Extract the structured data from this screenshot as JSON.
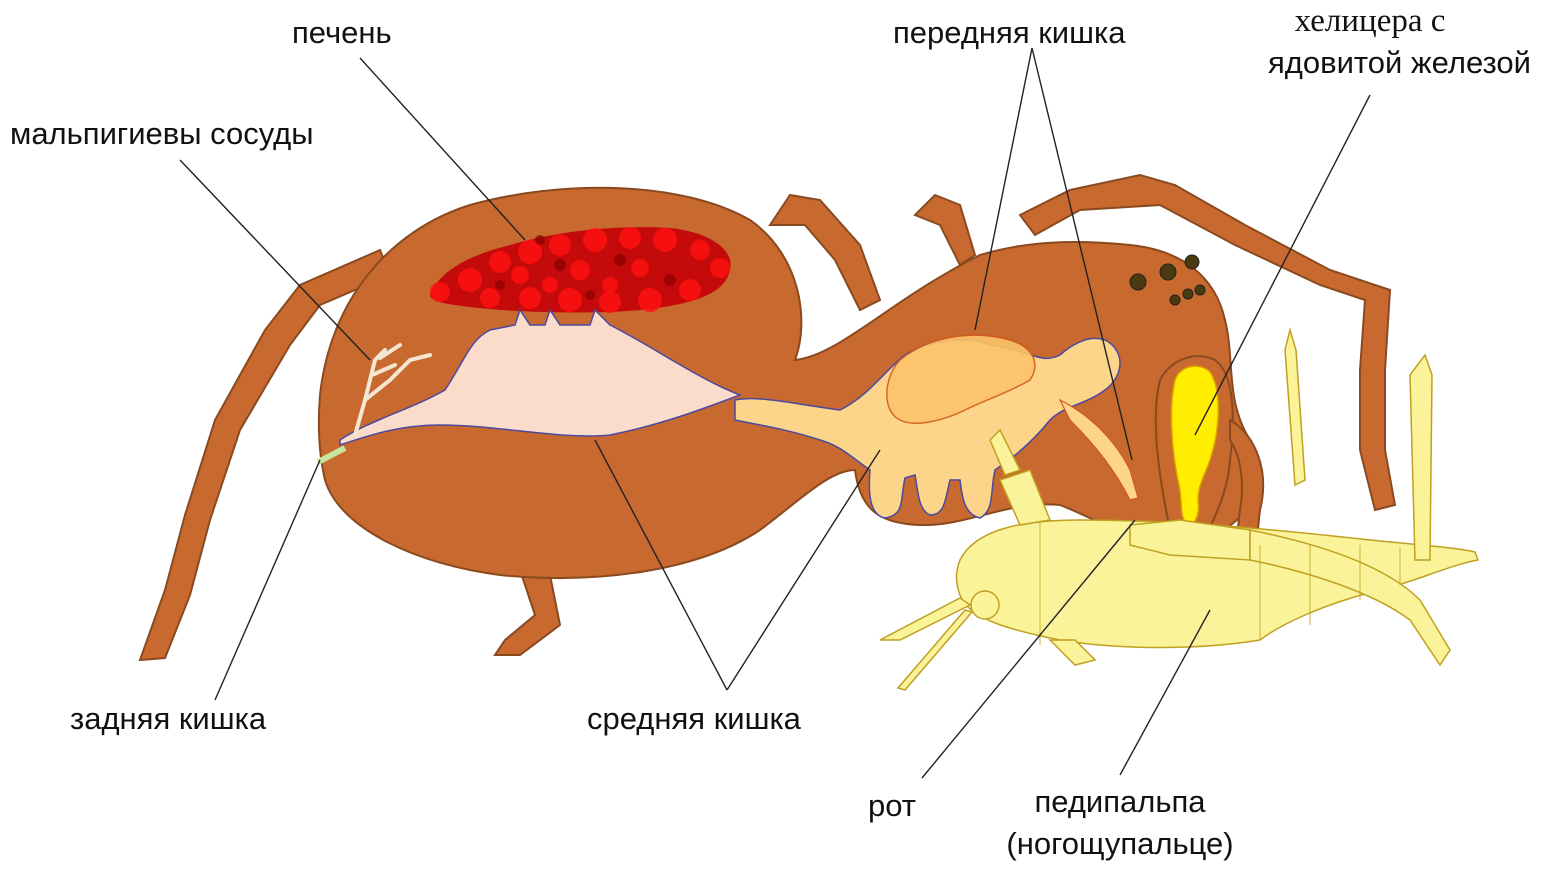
{
  "labels": {
    "liver": "печень",
    "malpighian": "мальпигиевы сосуды",
    "foregut": "передняя кишка",
    "chelicera_l1": "хелицера с",
    "chelicera_l2": "ядовитой железой",
    "hindgut": "задняя кишка",
    "midgut": "средняя кишка",
    "mouth": "рот",
    "pedipalp_l1": "педипальпа",
    "pedipalp_l2": "(ногощупальце)"
  },
  "colors": {
    "body": "#c8692f",
    "body_outline": "#8a4a20",
    "liver": "#d10a0a",
    "midgut": "#fbdccb",
    "foregut": "#fcd58a",
    "venom_gland": "#ffee00",
    "prey": "#fbf39a",
    "line": "#222222"
  }
}
